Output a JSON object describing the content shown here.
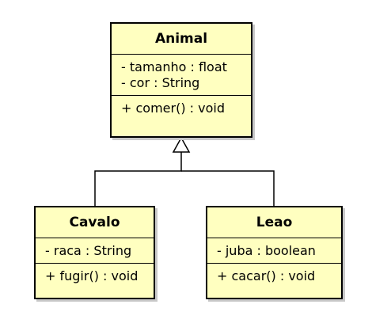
{
  "classes": {
    "animal": {
      "name": "Animal",
      "attributes": [
        "- tamanho : float",
        "- cor : String"
      ],
      "operations": [
        "+ comer() : void"
      ]
    },
    "cavalo": {
      "name": "Cavalo",
      "attributes": [
        "- raca : String"
      ],
      "operations": [
        "+ fugir() : void"
      ]
    },
    "leao": {
      "name": "Leao",
      "attributes": [
        "- juba : boolean"
      ],
      "operations": [
        "+ cacar() : void"
      ]
    }
  },
  "relationships": [
    {
      "type": "generalization",
      "from": "Cavalo",
      "to": "Animal"
    },
    {
      "type": "generalization",
      "from": "Leao",
      "to": "Animal"
    }
  ],
  "colors": {
    "class_fill": "#ffffc0",
    "border": "#000000",
    "shadow": "#c8c8c8"
  }
}
